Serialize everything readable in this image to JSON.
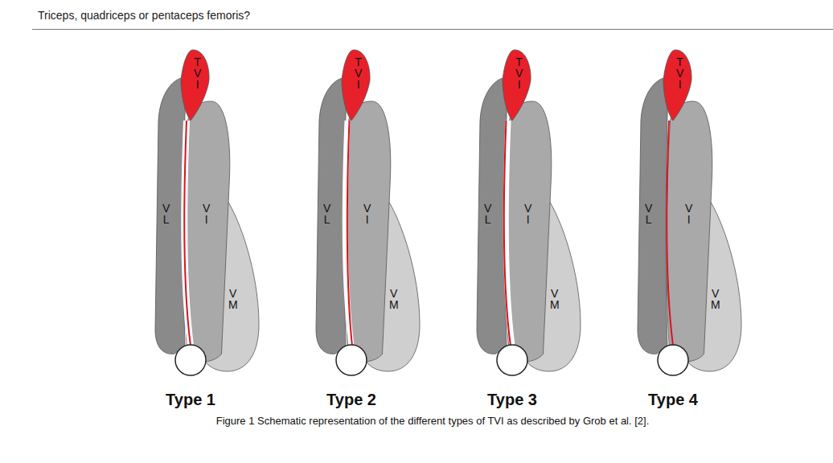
{
  "diagram": {
    "title": "Triceps, quadriceps or pentaceps femoris?",
    "caption": "Figure 1 Schematic representation of the different types of TVI as described by Grob et al. [2].",
    "nodes": [
      {
        "text": [
          "TVI"
        ]
      },
      {
        "text": [
          "VL"
        ]
      },
      {
        "text": [
          "VI"
        ]
      },
      {
        "text": [
          "VM"
        ]
      },
      {
        "text": [
          "TVI"
        ]
      },
      {
        "text": [
          "VL"
        ]
      },
      {
        "text": [
          "VI"
        ]
      },
      {
        "text": [
          "VM"
        ]
      },
      {
        "text": [
          "TVI"
        ]
      },
      {
        "text": [
          "VL"
        ]
      },
      {
        "text": [
          "VI"
        ]
      },
      {
        "text": [
          "VM"
        ]
      },
      {
        "text": [
          "TVI"
        ]
      },
      {
        "text": [
          "VL"
        ]
      },
      {
        "text": [
          "VI"
        ]
      },
      {
        "text": [
          "VM"
        ]
      }
    ],
    "labels": [
      "Type 1",
      "Type 2",
      "Type 3",
      "Type 4"
    ]
  }
}
